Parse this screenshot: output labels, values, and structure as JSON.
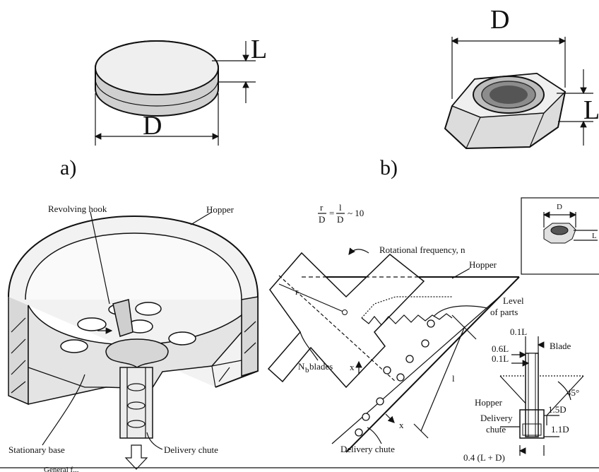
{
  "panel_a": {
    "caption": "a)",
    "dim_L": "L",
    "dim_D": "D"
  },
  "panel_b": {
    "caption": "b)",
    "dim_L": "L",
    "dim_D": "D"
  },
  "hopper_left": {
    "revolving_hook": "Revolving hook",
    "hopper": "Hopper",
    "stationary_base": "Stationary base",
    "delivery_chute": "Delivery chute",
    "bottom_cut": "General f..."
  },
  "blade_feeder": {
    "formula_r": "r",
    "formula_D1": "D",
    "formula_l": "l",
    "formula_D2": "D",
    "formula_eq": "=",
    "formula_tail": "~ 10",
    "rotational_frequency": "Rotational frequency, n",
    "hopper": "Hopper",
    "level_of_parts_1": "Level",
    "level_of_parts_2": "of parts",
    "r": "r",
    "l": "l",
    "blades": "N",
    "blades_sub": "b",
    "blades_tail": " blades",
    "x1": "x",
    "x2": "x",
    "delivery_chute": "Delivery chute",
    "inset_D": "D",
    "inset_L": "L"
  },
  "blade_detail": {
    "t1": "0.1L",
    "t2": "0.6L",
    "t3": "0.1L",
    "blade": "Blade",
    "hopper": "Hopper",
    "angle": "45°",
    "d15": "1.5D",
    "delivery1": "Delivery",
    "delivery2": "chute",
    "d11": "1.1D",
    "bottom": "0.4 (L + D)"
  }
}
